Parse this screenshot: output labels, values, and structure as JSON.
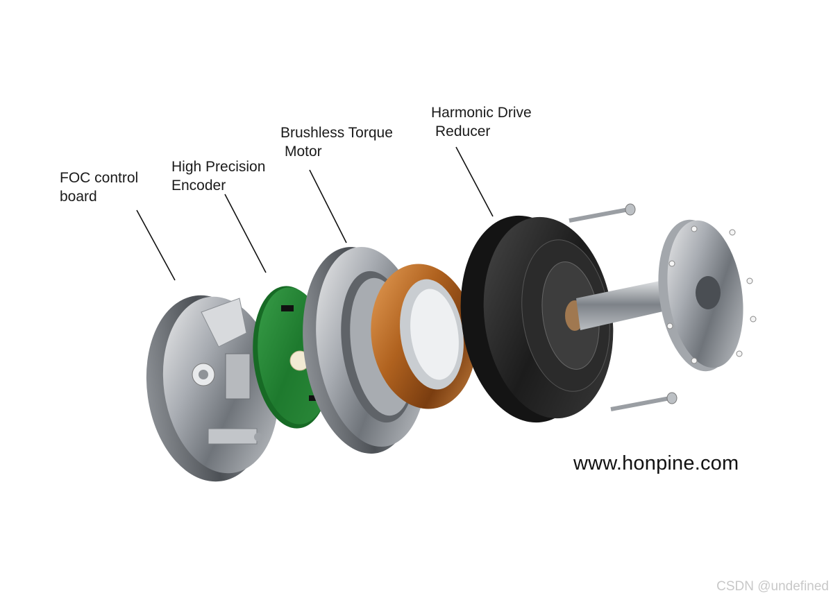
{
  "labels": {
    "foc": [
      "FOC control",
      "board"
    ],
    "encoder": [
      "High Precision",
      "Encoder"
    ],
    "motor": [
      "Brushless Torque",
      "Motor"
    ],
    "reducer": [
      "Harmonic Drive",
      "Reducer"
    ]
  },
  "website": "www.honpine.com",
  "watermark": "CSDN @undefined"
}
